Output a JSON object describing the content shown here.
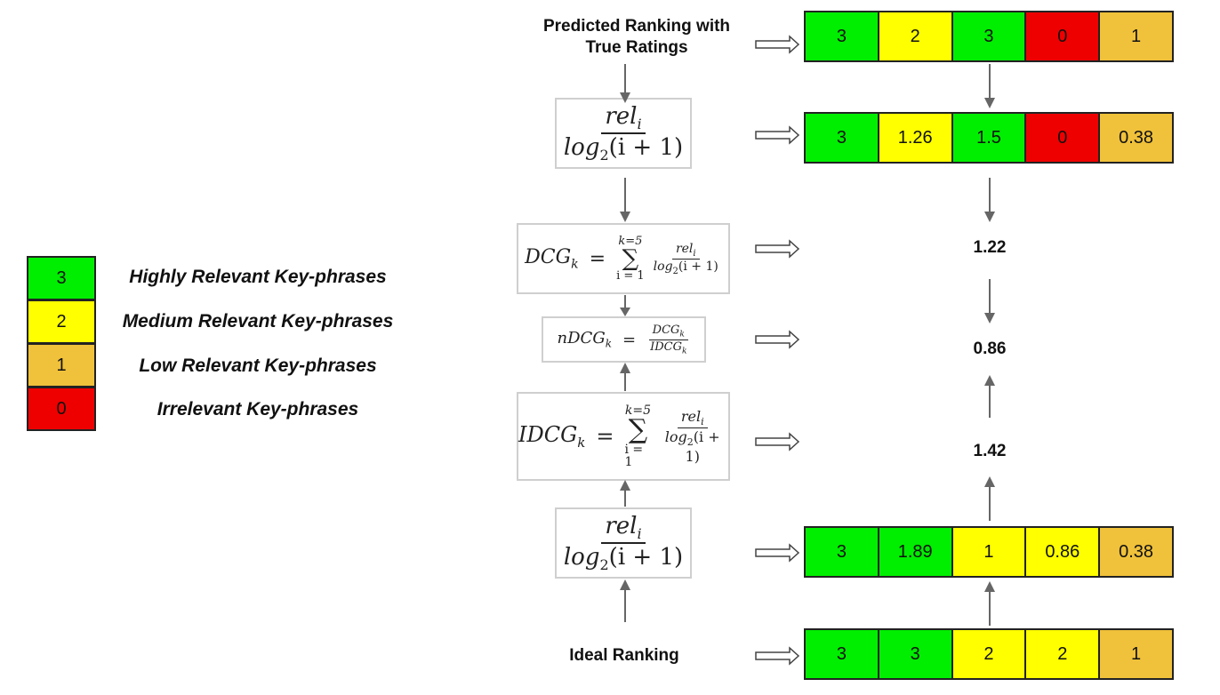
{
  "colors": {
    "high": "#00ee00",
    "medium": "#ffff00",
    "low": "#f0c13a",
    "irrelevant": "#ee0000"
  },
  "legend": [
    {
      "value": "3",
      "label": "Highly Relevant Key-phrases",
      "color": "#00ee00"
    },
    {
      "value": "2",
      "label": "Medium Relevant Key-phrases",
      "color": "#ffff00"
    },
    {
      "value": "1",
      "label": "Low Relevant Key-phrases",
      "color": "#f0c13a"
    },
    {
      "value": "0",
      "label": "Irrelevant Key-phrases",
      "color": "#ee0000"
    }
  ],
  "labels": {
    "predicted_line1": "Predicted Ranking with",
    "predicted_line2": "True Ratings",
    "ideal": "Ideal Ranking"
  },
  "rows": {
    "predicted": [
      {
        "text": "3",
        "color": "#00ee00"
      },
      {
        "text": "2",
        "color": "#ffff00"
      },
      {
        "text": "3",
        "color": "#00ee00"
      },
      {
        "text": "0",
        "color": "#ee0000"
      },
      {
        "text": "1",
        "color": "#f0c13a"
      }
    ],
    "predicted_gain": [
      {
        "text": "3",
        "color": "#00ee00"
      },
      {
        "text": "1.26",
        "color": "#ffff00"
      },
      {
        "text": "1.5",
        "color": "#00ee00"
      },
      {
        "text": "0",
        "color": "#ee0000"
      },
      {
        "text": "0.38",
        "color": "#f0c13a"
      }
    ],
    "ideal_gain": [
      {
        "text": "3",
        "color": "#00ee00"
      },
      {
        "text": "1.89",
        "color": "#00ee00"
      },
      {
        "text": "1",
        "color": "#ffff00"
      },
      {
        "text": "0.86",
        "color": "#ffff00"
      },
      {
        "text": "0.38",
        "color": "#f0c13a"
      }
    ],
    "ideal": [
      {
        "text": "3",
        "color": "#00ee00"
      },
      {
        "text": "3",
        "color": "#00ee00"
      },
      {
        "text": "2",
        "color": "#ffff00"
      },
      {
        "text": "2",
        "color": "#ffff00"
      },
      {
        "text": "1",
        "color": "#f0c13a"
      }
    ]
  },
  "values": {
    "dcg": "1.22",
    "ndcg": "0.86",
    "idcg": "1.42"
  },
  "formulas": {
    "rel": "rel",
    "sub_i": "i",
    "log": "log",
    "sub_2": "2",
    "arg": "(i + 1)",
    "dcg": "DCG",
    "idcg": "IDCG",
    "ndcg": "nDCG",
    "sub_k": "k",
    "eq": "=",
    "sigma": "∑",
    "upper": "k=5",
    "lower": "i = 1"
  }
}
